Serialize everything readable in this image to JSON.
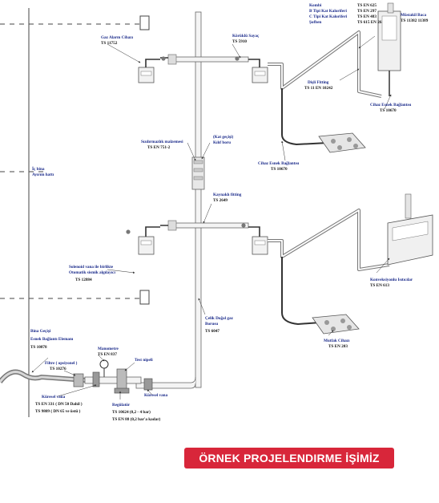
{
  "colors": {
    "label": "#1a2a8a",
    "standard": "#111111",
    "banner_bg": "#d8263a",
    "banner_text": "#ffffff",
    "pipe": "#6a6a6a"
  },
  "banner": "ÖRNEK PROJELENDIRME  İŞİMİZ",
  "labels": {
    "gas_alarm": {
      "name": "Gaz Alarm Cihazı",
      "std": "TS 11752"
    },
    "sayac": {
      "name": "Körüklü Sayaç",
      "std": "TS 5910"
    },
    "kombi": {
      "lines": [
        "Kombi",
        "B Tipi Kat Kaloriferi",
        "C Tipi Kat Kaloriferi",
        "Şofben"
      ],
      "stds": [
        "TS EN 625",
        "TS EN 297",
        "TS EN 483",
        "TS 615 EN 26"
      ]
    },
    "mustakil_baca": {
      "name": "Müstakil Baca",
      "std": "TS 11382 11389"
    },
    "disli_fitting": {
      "name": "Dişli Fitting",
      "std": "TS 11 EN 10242"
    },
    "cihaz_esnek_1": {
      "name": "Cihaz Esnek Bağlantısı",
      "std": "TS 10670"
    },
    "sizdirmazlik": {
      "name": "Sızdırmazlık malzemesi",
      "std": "TS EN 751-2"
    },
    "kat_gecisi": {
      "name": "(Kat geçişi)",
      "name2": "Kılıf boru"
    },
    "cihaz_esnek_2": {
      "name": "Cihaz Esnek Bağlantısı",
      "std": "TS 10670"
    },
    "ic_bina": {
      "name": "İç bina",
      "name2": "Ayırım hattı"
    },
    "kaynakli_fitting": {
      "name": "Kaynaklı fitting",
      "std": "TS 2649"
    },
    "solenoid": {
      "name": "Solenoid vana ile birlikte",
      "name2": "Otomatik sismik algılayıcı",
      "std": "TS 12884"
    },
    "konvektor": {
      "name": "Konveksiyonlu Isıtıcılar",
      "std": "TS EN 613"
    },
    "celik_boru": {
      "name": "Çelik Doğal gaz",
      "name2": "Borusu",
      "std": "TS 6047"
    },
    "mutfak": {
      "name": "Mutfak Cihazı",
      "std": "TS EN 203"
    },
    "bina_gecisi": {
      "name": "Bina Geçişi",
      "name2": "Esnek Bağlantı Elemanı",
      "std": "TS 10878"
    },
    "manometre": {
      "name": "Manometre",
      "std": "TS EN 837"
    },
    "test_nipeli": {
      "name": "Test nipeli"
    },
    "filtre": {
      "name": "Filtre ( opsiyonel )",
      "std": "TS 10276"
    },
    "kuresel_vana_1": {
      "name": "Küresel vana",
      "std": "TS EN 331 ( DN 50 Dahil )",
      "std2": "TS 9809 ( DN 65 ve üstü )"
    },
    "kuresel_vana_2": {
      "name": "Küresel vana"
    },
    "regulator": {
      "name": "Regülatör",
      "std": "TS 10624 (0,2 - 4 bar)",
      "std2": "TS EN 88 (0,2 bar'a kadar)"
    }
  }
}
